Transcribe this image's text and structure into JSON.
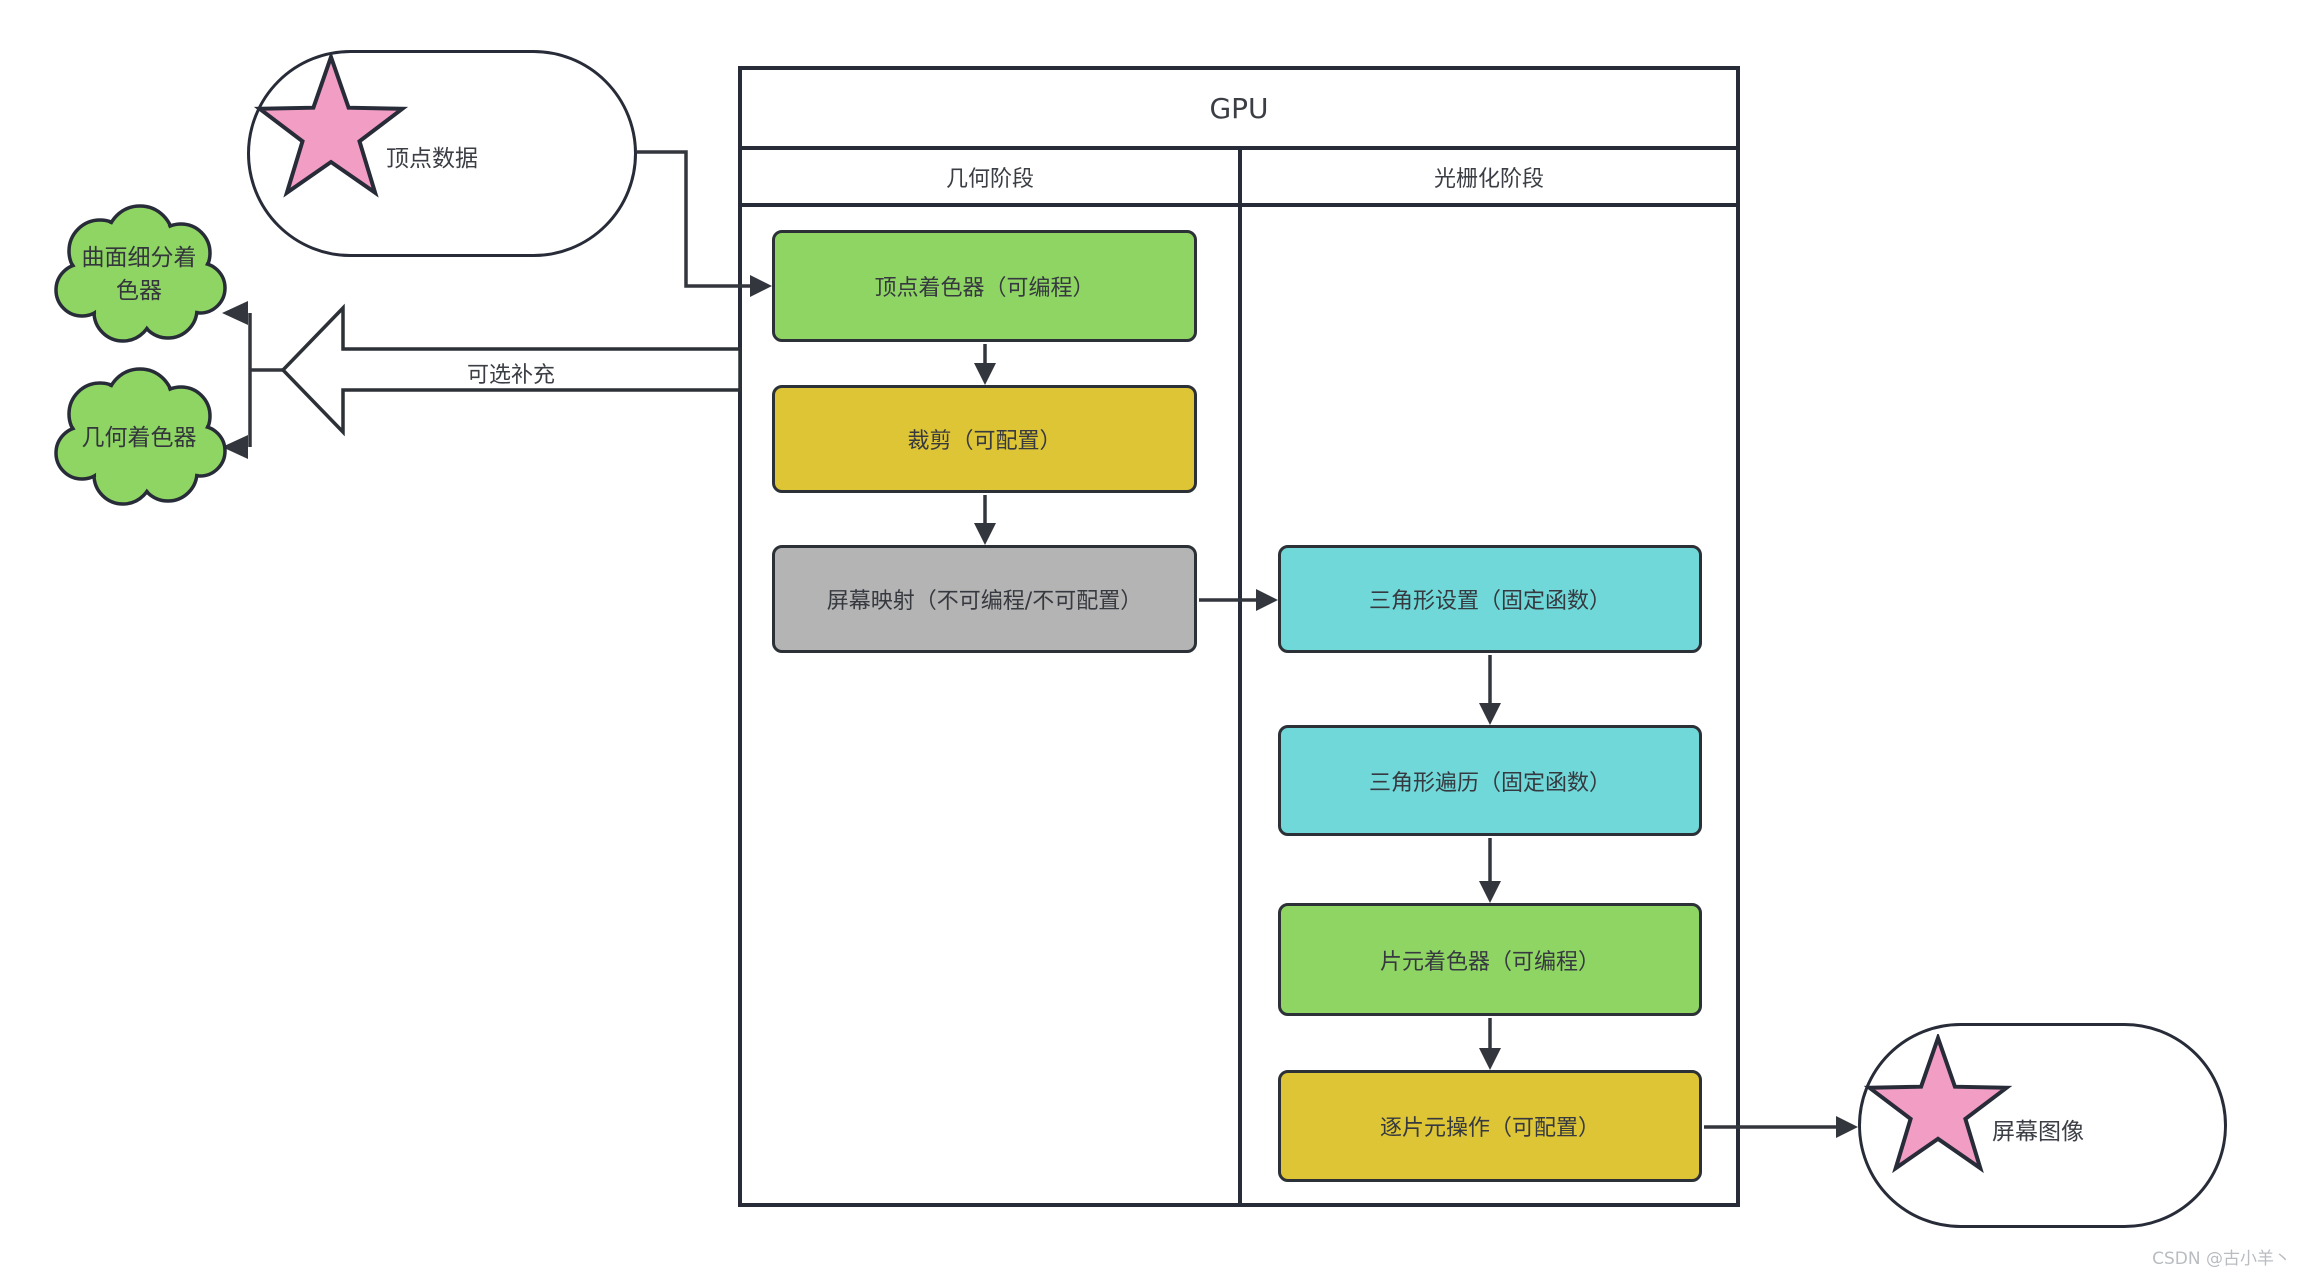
{
  "title": "GPU",
  "columns": [
    {
      "label": "几何阶段"
    },
    {
      "label": "光栅化阶段"
    }
  ],
  "nodes": {
    "vertex_data": {
      "label": "顶点数据"
    },
    "tessellation_shader": {
      "line1": "曲面细分着",
      "line2": "色器"
    },
    "geometry_shader": {
      "label": "几何着色器"
    },
    "optional_supplement": {
      "label": "可选补充"
    },
    "vertex_shader": {
      "label": "顶点着色器（可编程）"
    },
    "clipping": {
      "label": "裁剪（可配置）"
    },
    "screen_mapping": {
      "label": "屏幕映射（不可编程/不可配置）"
    },
    "triangle_setup": {
      "label": "三角形设置（固定函数）"
    },
    "triangle_traversal": {
      "label": "三角形遍历（固定函数）"
    },
    "fragment_shader": {
      "label": "片元着色器（可编程）"
    },
    "per_fragment_ops": {
      "label": "逐片元操作（可配置）"
    },
    "screen_image": {
      "label": "屏幕图像"
    }
  },
  "watermark": "CSDN @古小羊丶",
  "colors": {
    "green": "#8fd564",
    "yellow": "#ddc535",
    "cyan": "#70d8d8",
    "gray": "#b4b4b4",
    "pink": "#f29dc3",
    "border": "#272c38",
    "line": "#33373d",
    "text": "#3b3e44",
    "watermark": "#b9bdc1"
  }
}
